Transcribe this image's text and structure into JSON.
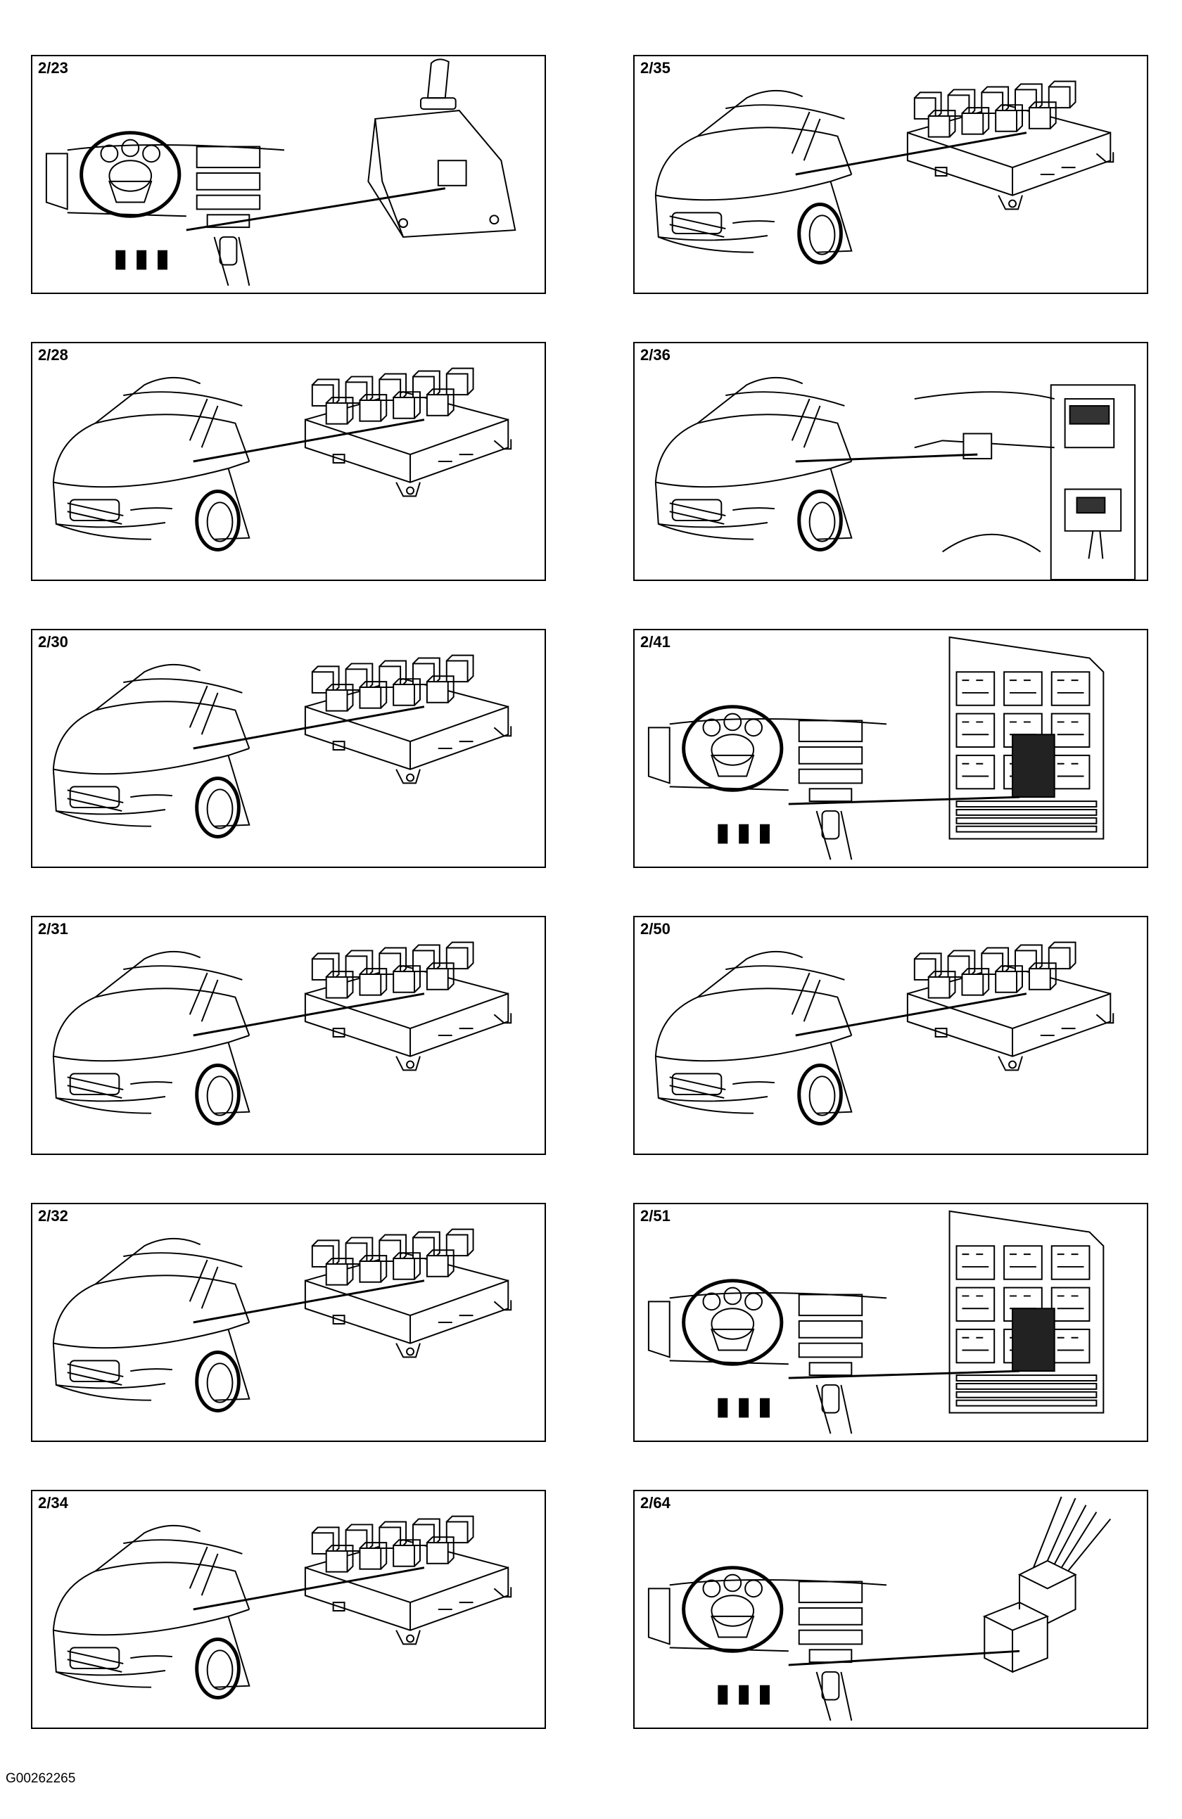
{
  "panels": [
    {
      "label": "2/23",
      "scene": "dash",
      "component": "selector"
    },
    {
      "label": "2/35",
      "scene": "car",
      "component": "relaybox"
    },
    {
      "label": "2/28",
      "scene": "car",
      "component": "relaybox"
    },
    {
      "label": "2/36",
      "scene": "car",
      "component": "relay-inset"
    },
    {
      "label": "2/30",
      "scene": "car",
      "component": "relaybox"
    },
    {
      "label": "2/41",
      "scene": "dash",
      "component": "fuse-panel"
    },
    {
      "label": "2/31",
      "scene": "car",
      "component": "relaybox"
    },
    {
      "label": "2/50",
      "scene": "car",
      "component": "relaybox"
    },
    {
      "label": "2/32",
      "scene": "car",
      "component": "relaybox"
    },
    {
      "label": "2/51",
      "scene": "dash",
      "component": "fuse-panel"
    },
    {
      "label": "2/34",
      "scene": "car",
      "component": "relaybox"
    },
    {
      "label": "2/64",
      "scene": "dash",
      "component": "wire-connector"
    }
  ],
  "footer": {
    "code": "G00262265"
  }
}
